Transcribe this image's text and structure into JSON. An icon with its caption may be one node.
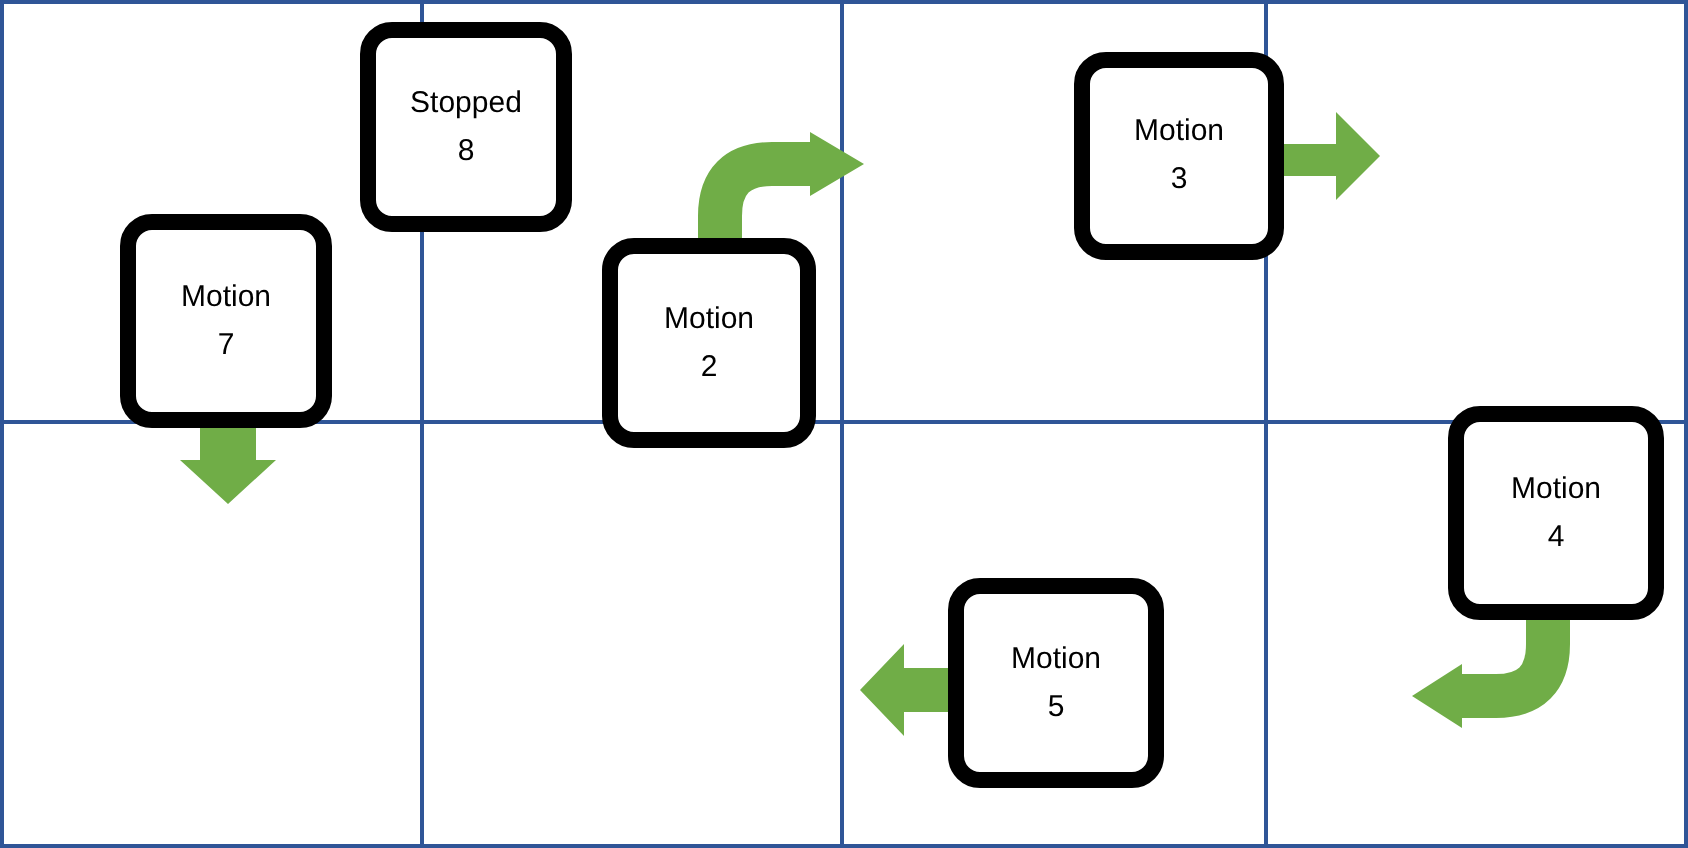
{
  "diagram": {
    "nodes": [
      {
        "text": [
          "Motion",
          "7"
        ]
      },
      {
        "text": [
          "Stopped",
          "8"
        ]
      },
      {
        "text": [
          "Motion",
          "2"
        ]
      },
      {
        "text": [
          "Motion",
          "3"
        ]
      },
      {
        "text": [
          "Motion",
          "4"
        ]
      },
      {
        "text": [
          "Motion",
          "5"
        ]
      }
    ],
    "edges": []
  }
}
